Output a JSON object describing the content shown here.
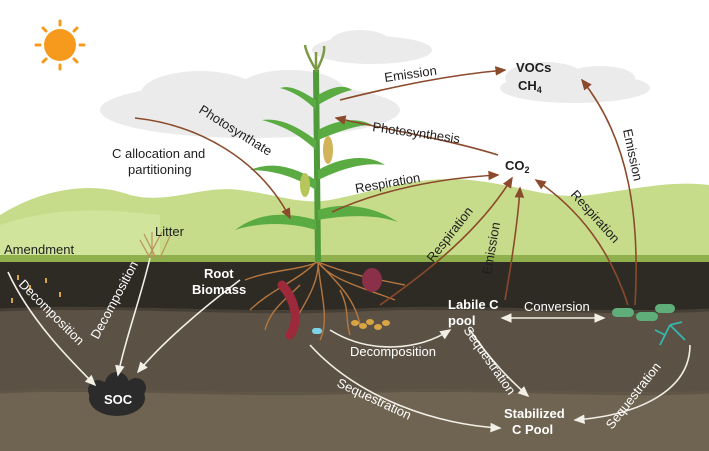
{
  "diagram": {
    "gas_labels": {
      "vocs": "VOCs",
      "ch4_base": "CH",
      "ch4_sub": "4",
      "co2_base": "CO",
      "co2_sub": "2"
    },
    "process_labels": {
      "emission_top": "Emission",
      "photosynthate": "Photosynthate",
      "photosynthesis": "Photosynthesis",
      "respiration_plant": "Respiration",
      "respiration_soil": "Respiration",
      "respiration_microbe": "Respiration",
      "emission_soil": "Emission",
      "emission_microbe": "Emission",
      "c_allocation_line1": "C allocation and",
      "c_allocation_line2": "partitioning",
      "litter": "Litter",
      "amendment": "Amendment",
      "decomposition_amendment": "Decomposition",
      "decomposition_litter": "Decomposition",
      "decomposition_root": "Decomposition",
      "root_biomass_line1": "Root",
      "root_biomass_line2": "Biomass",
      "labile_line1": "Labile C",
      "labile_line2": "pool",
      "conversion": "Conversion",
      "sequestration_labile": "Sequestration",
      "sequestration_root": "Sequestration",
      "sequestration_microbe": "Sequestration",
      "soc": "SOC",
      "stabilized_line1": "Stabilized",
      "stabilized_line2": "C Pool"
    },
    "colors": {
      "sky": "#ffffff",
      "hills": "#c7dc8a",
      "soil_top": "#2e2a24",
      "soil_mid": "#5b5245",
      "soil_low": "#6f6451",
      "arrow_air": "#8b4a2b",
      "arrow_soil": "#f2efe6",
      "sun": "#f59a1c",
      "plant": "#4f9a3a"
    }
  }
}
